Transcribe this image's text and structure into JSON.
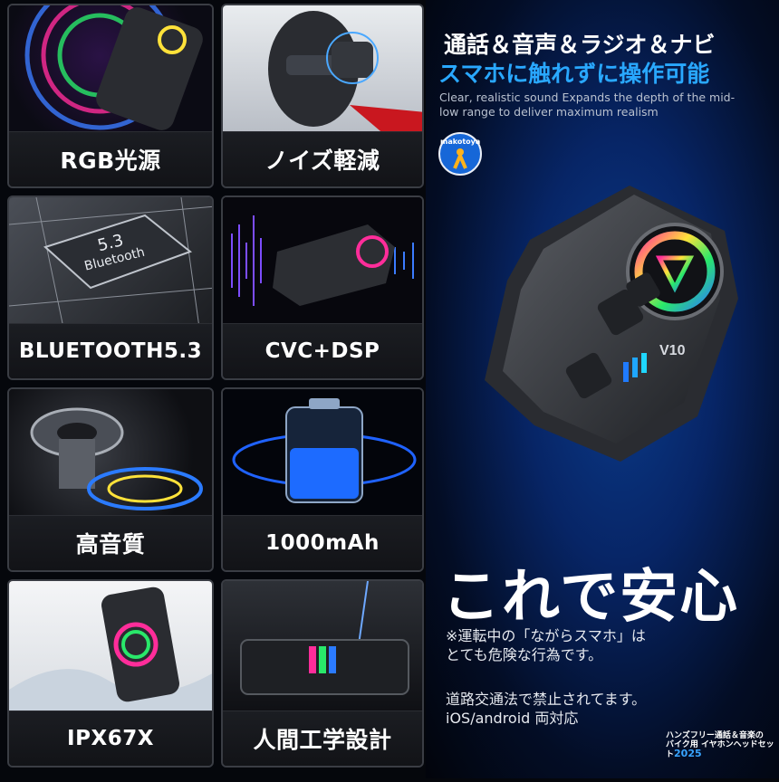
{
  "headline": {
    "line1": "通話＆音声＆ラジオ＆ナビ",
    "line2": "スマホに触れずに操作可能",
    "subtitle": "Clear, realistic sound Expands the depth of the mid-low range to deliver maximum realism"
  },
  "brand": {
    "logo_text": "makotoya"
  },
  "device": {
    "model_label": "V10"
  },
  "features": [
    {
      "label": "RGB光源"
    },
    {
      "label": "ノイズ軽減"
    },
    {
      "label": "BLUETOOTH5.3",
      "chip_top": "5.3",
      "chip_bottom": "Bluetooth"
    },
    {
      "label": "CVC+DSP"
    },
    {
      "label": "高音質"
    },
    {
      "label": "1000mAh"
    },
    {
      "label": "IPX67X"
    },
    {
      "label": "人間工学設計"
    }
  ],
  "slogan": "これで安心",
  "notice": {
    "line1": "※運転中の「ながらスマホ」は",
    "line2": "とても危険な行為です。"
  },
  "compat": {
    "line1": "道路交通法で禁止されてます。",
    "line2": "iOS/android 両対応"
  },
  "product_badge": {
    "line1": "ハンズフリー通話＆音楽の",
    "line2": "バイク用 イヤホンヘッドセット",
    "year": "2025"
  },
  "colors": {
    "accent_blue": "#29a8ff",
    "tile_border": "#3a3d44",
    "background": "#05070c"
  }
}
